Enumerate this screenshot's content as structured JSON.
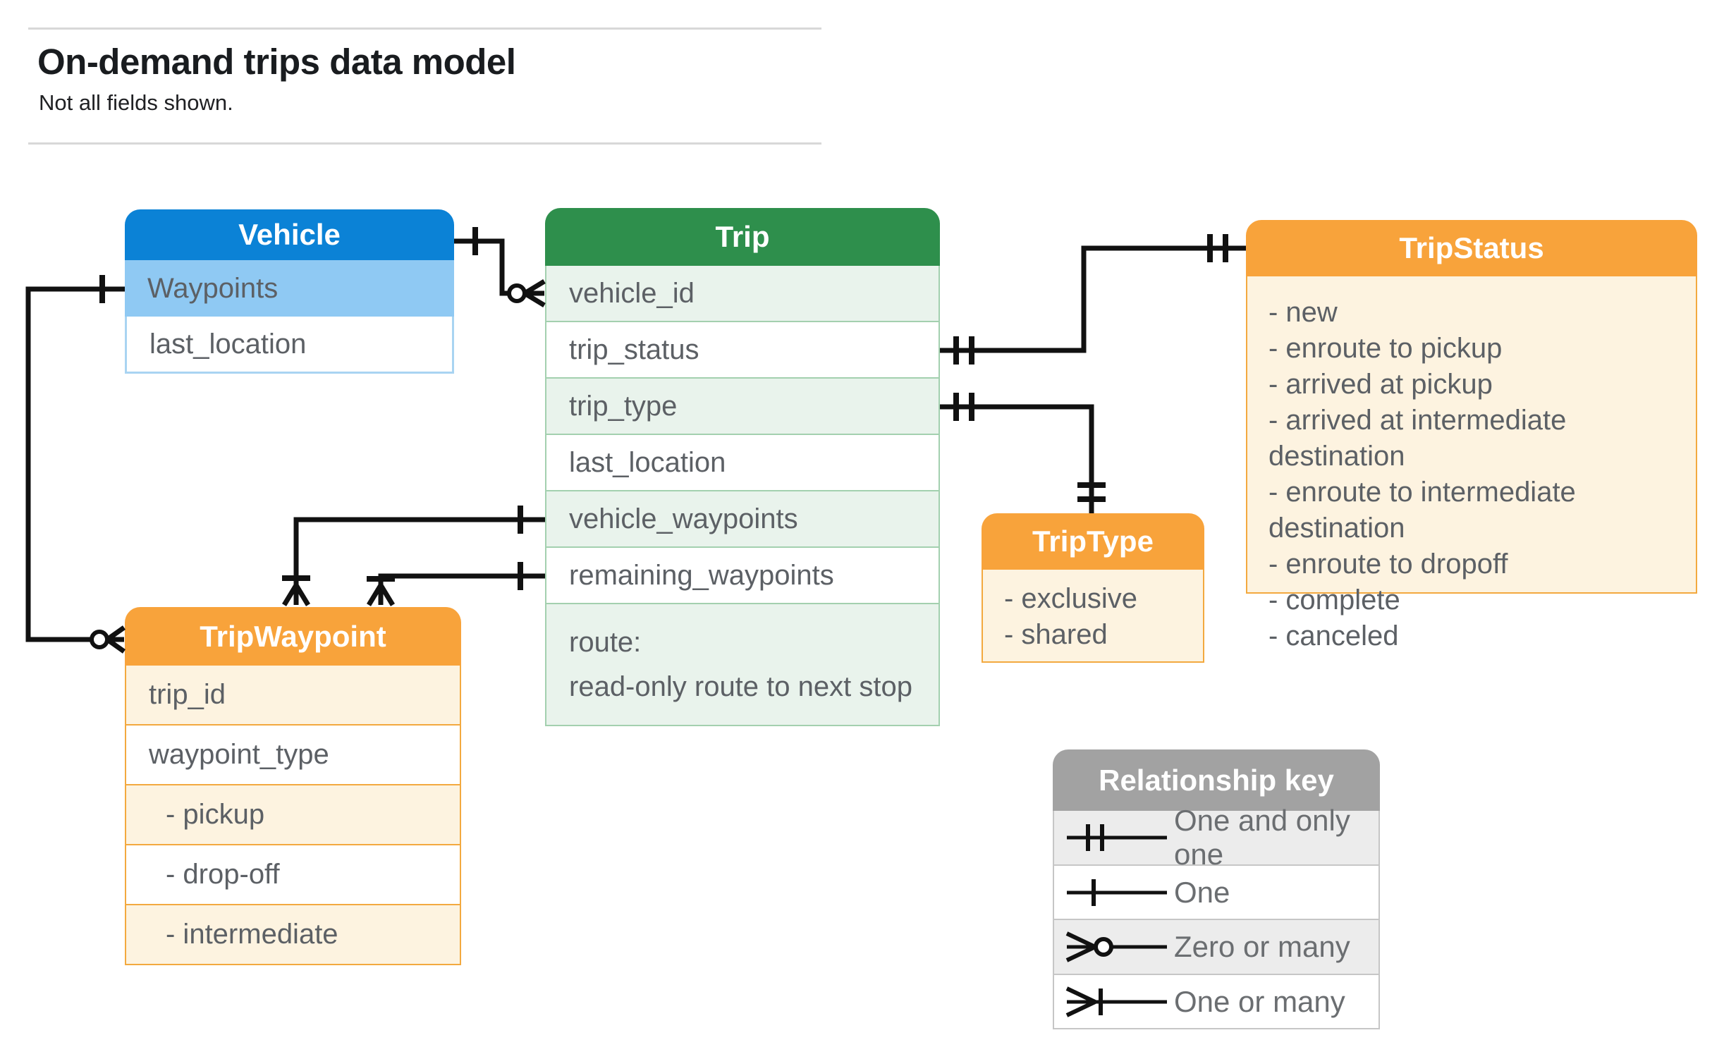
{
  "page": {
    "title": "On-demand trips data model",
    "subtitle": "Not all fields shown."
  },
  "entities": {
    "vehicle": {
      "title": "Vehicle",
      "rows": [
        "Waypoints",
        "last_location"
      ]
    },
    "trip": {
      "title": "Trip",
      "rows": [
        "vehicle_id",
        "trip_status",
        "trip_type",
        "last_location",
        "vehicle_waypoints",
        "remaining_waypoints"
      ],
      "route_row": {
        "line1": "route:",
        "line2": "read-only route to next stop"
      }
    },
    "trip_status": {
      "title": "TripStatus",
      "items": "- new\n- enroute to pickup\n- arrived at pickup\n- arrived at intermediate destination\n- enroute to intermediate destination\n- enroute to dropoff\n- complete\n- canceled"
    },
    "trip_type": {
      "title": "TripType",
      "items": "- exclusive\n- shared"
    },
    "trip_waypoint": {
      "title": "TripWaypoint",
      "rows": [
        "trip_id",
        "waypoint_type",
        "- pickup",
        "- drop-off",
        "- intermediate"
      ]
    }
  },
  "legend": {
    "title": "Relationship key",
    "items": [
      {
        "symbol": "one-and-only-one",
        "label": "One and only one"
      },
      {
        "symbol": "one",
        "label": "One"
      },
      {
        "symbol": "zero-or-many",
        "label": "Zero or many"
      },
      {
        "symbol": "one-or-many",
        "label": "One or many"
      }
    ]
  },
  "colors": {
    "blue_header": "#0b82d6",
    "blue_row": "#8fc9f3",
    "green_header": "#2e8f4c",
    "green_row": "#e9f3ec",
    "orange_header": "#f8a33b",
    "cream_row": "#fdf3e0",
    "gray_header": "#a2a2a2",
    "gray_row": "#ececec",
    "connector": "#111111",
    "text": "#5c6065"
  }
}
